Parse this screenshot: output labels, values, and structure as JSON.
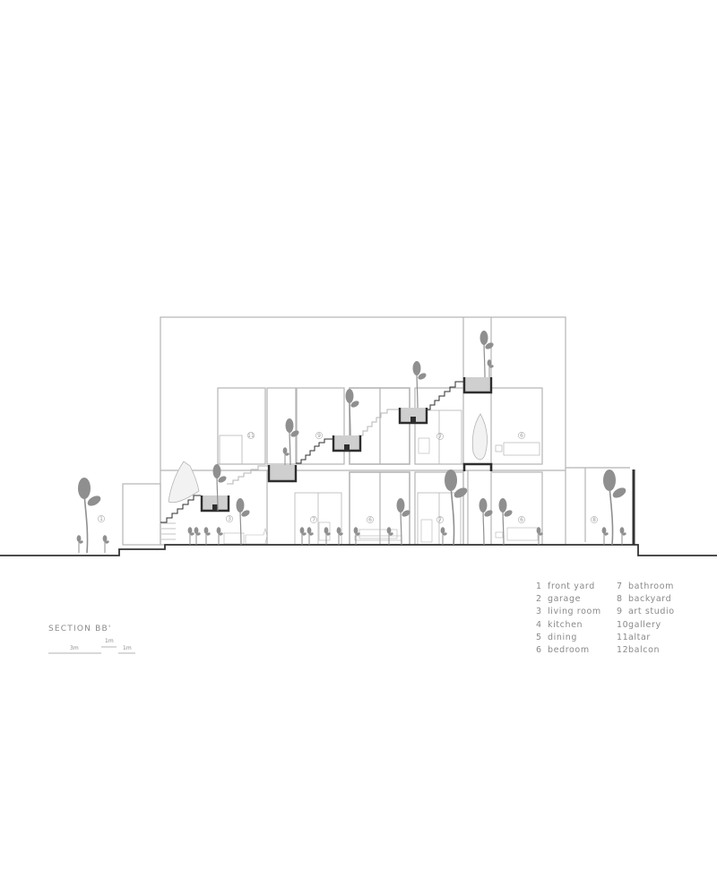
{
  "drawing": {
    "title": "SECTION BB'",
    "scale_bar": {
      "labels": [
        "3m",
        "1m",
        "1m"
      ]
    },
    "colors": {
      "line": "#b5b5b5",
      "ground": "#333333",
      "planter_fill": "#cfcfcf",
      "planter_edge": "#2e2e2e",
      "plant": "#8f8f8f",
      "text": "#8a8a8a"
    }
  },
  "legend": {
    "items": [
      {
        "num": "1",
        "label": "front yard"
      },
      {
        "num": "2",
        "label": "garage"
      },
      {
        "num": "3",
        "label": "living room"
      },
      {
        "num": "4",
        "label": "kitchen"
      },
      {
        "num": "5",
        "label": "dining"
      },
      {
        "num": "6",
        "label": "bedroom"
      },
      {
        "num": "7",
        "label": "bathroom"
      },
      {
        "num": "8",
        "label": "backyard"
      },
      {
        "num": "9",
        "label": "art studio"
      },
      {
        "num": "10",
        "label": "gallery"
      },
      {
        "num": "11",
        "label": "altar"
      },
      {
        "num": "12",
        "label": "balcon"
      }
    ]
  },
  "room_tags": [
    {
      "id": "front-yard",
      "num": "1"
    },
    {
      "id": "living-room",
      "num": "3"
    },
    {
      "id": "bathroom-lower-a",
      "num": "7"
    },
    {
      "id": "bedroom-lower-a",
      "num": "6"
    },
    {
      "id": "bathroom-lower-b",
      "num": "7"
    },
    {
      "id": "bedroom-lower-b",
      "num": "6"
    },
    {
      "id": "backyard",
      "num": "8"
    },
    {
      "id": "altar",
      "num": "11"
    },
    {
      "id": "art-studio",
      "num": "9"
    },
    {
      "id": "bathroom-upper",
      "num": "7"
    },
    {
      "id": "bedroom-upper",
      "num": "6"
    }
  ]
}
